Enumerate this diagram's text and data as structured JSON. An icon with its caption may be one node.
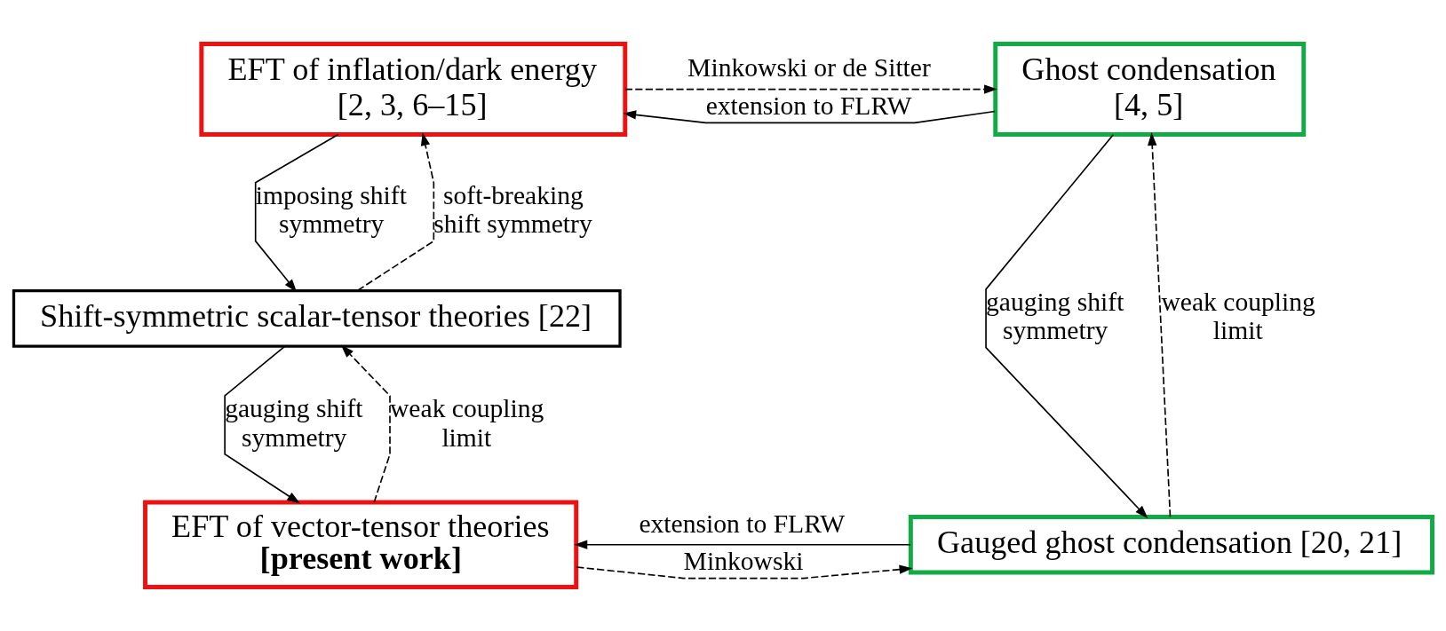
{
  "diagram": {
    "nodes": [
      {
        "text": [
          "EFT of inflation/dark energy",
          "[2, 3, 6–15]"
        ]
      },
      {
        "text": [
          "Ghost condensation",
          "[4, 5]"
        ]
      },
      {
        "text": [
          "Shift-symmetric scalar-tensor theories [22]"
        ]
      },
      {
        "text": [
          "EFT of vector-tensor theories",
          "[present work]"
        ]
      },
      {
        "text": [
          "Gauged ghost condensation [20, 21]"
        ]
      }
    ],
    "edges": [
      {
        "from": 1,
        "to": 0,
        "arrow": "to",
        "label": "extension to FLRW"
      },
      {
        "from": 0,
        "to": 1,
        "arrow": "to",
        "label": "Minkowski or de Sitter",
        "style": "dashed"
      },
      {
        "from": 0,
        "to": 2,
        "arrow": "to",
        "label": "imposing shift symmetry"
      },
      {
        "from": 2,
        "to": 0,
        "arrow": "to",
        "label": "soft-breaking shift symmetry",
        "style": "dashed"
      },
      {
        "from": 2,
        "to": 3,
        "arrow": "to",
        "label": "gauging shift symmetry"
      },
      {
        "from": 3,
        "to": 2,
        "arrow": "to",
        "label": "weak coupling limit",
        "style": "dashed"
      },
      {
        "from": 4,
        "to": 3,
        "arrow": "to",
        "label": "extension to FLRW"
      },
      {
        "from": 3,
        "to": 4,
        "arrow": "to",
        "label": "Minkowski",
        "style": "dashed"
      },
      {
        "from": 1,
        "to": 4,
        "arrow": "to",
        "label": "gauging shift symmetry"
      },
      {
        "from": 4,
        "to": 1,
        "arrow": "to",
        "label": "weak coupling limit",
        "style": "dashed"
      }
    ]
  }
}
